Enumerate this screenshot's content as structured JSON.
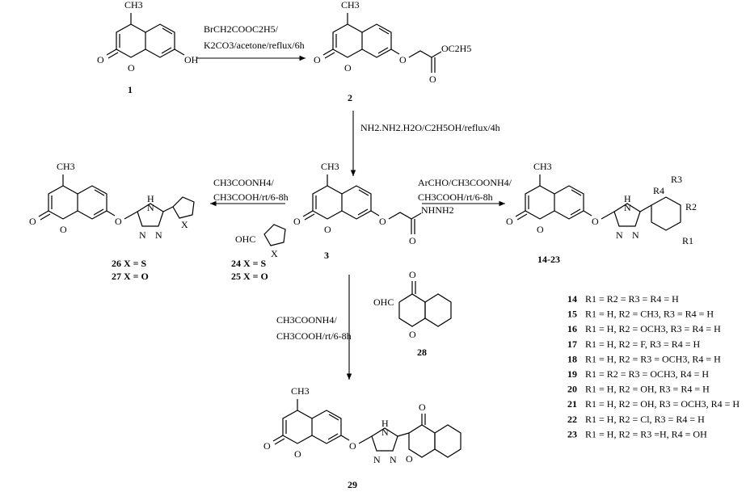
{
  "compounds": {
    "c1": "1",
    "c2": "2",
    "c3": "3",
    "c14_23": "14-23",
    "c28": "28",
    "c29": "29"
  },
  "reagents": {
    "r1_line1": "BrCH2COOC2H5/",
    "r1_line2": "K2CO3/acetone/reflux/6h",
    "r2": "NH2.NH2.H2O/C2H5OH/reflux/4h",
    "r3_line1": "ArCHO/CH3COONH4/",
    "r3_line2": "CH3COOH/rt/6-8h",
    "r4_line1": "CH3COONH4/",
    "r4_line2": "CH3COOH/rt/6-8h",
    "r5_line1": "CH3COONH4/",
    "r5_line2": "CH3COOH/rt/6-8h"
  },
  "furan_labels": {
    "l24": "24 X = S",
    "l25": "25 X = O",
    "l26": "26 X = S",
    "l27": "27 X = O"
  },
  "substituents": [
    {
      "num": "14",
      "text": "R1 = R2 = R3 = R4 = H"
    },
    {
      "num": "15",
      "text": "R1 = H, R2 = CH3, R3 = R4 = H"
    },
    {
      "num": "16",
      "text": "R1 = H, R2 = OCH3, R3 = R4 = H"
    },
    {
      "num": "17",
      "text": "R1 = H, R2 = F, R3 = R4 = H"
    },
    {
      "num": "18",
      "text": "R1 = H, R2 = R3 = OCH3, R4 = H"
    },
    {
      "num": "19",
      "text": "R1 = R2 = R3 = OCH3, R4 = H"
    },
    {
      "num": "20",
      "text": "R1 = H, R2 = OH, R3 = R4 = H"
    },
    {
      "num": "21",
      "text": "R1 = H, R2 = OH, R3 = OCH3, R4 = H"
    },
    {
      "num": "22",
      "text": "R1 = H, R2 = Cl, R3 = R4 = H"
    },
    {
      "num": "23",
      "text": "R1 = H, R2 = R3 =H, R4 = OH"
    }
  ],
  "atoms": {
    "ch3": "CH3",
    "o": "O",
    "oh": "OH",
    "oc2h5": "OC2H5",
    "nhnh2": "NHNH2",
    "h": "H",
    "n": "N",
    "x": "X",
    "ohc": "OHC",
    "r1": "R1",
    "r2": "R2",
    "r3": "R3",
    "r4": "R4"
  }
}
